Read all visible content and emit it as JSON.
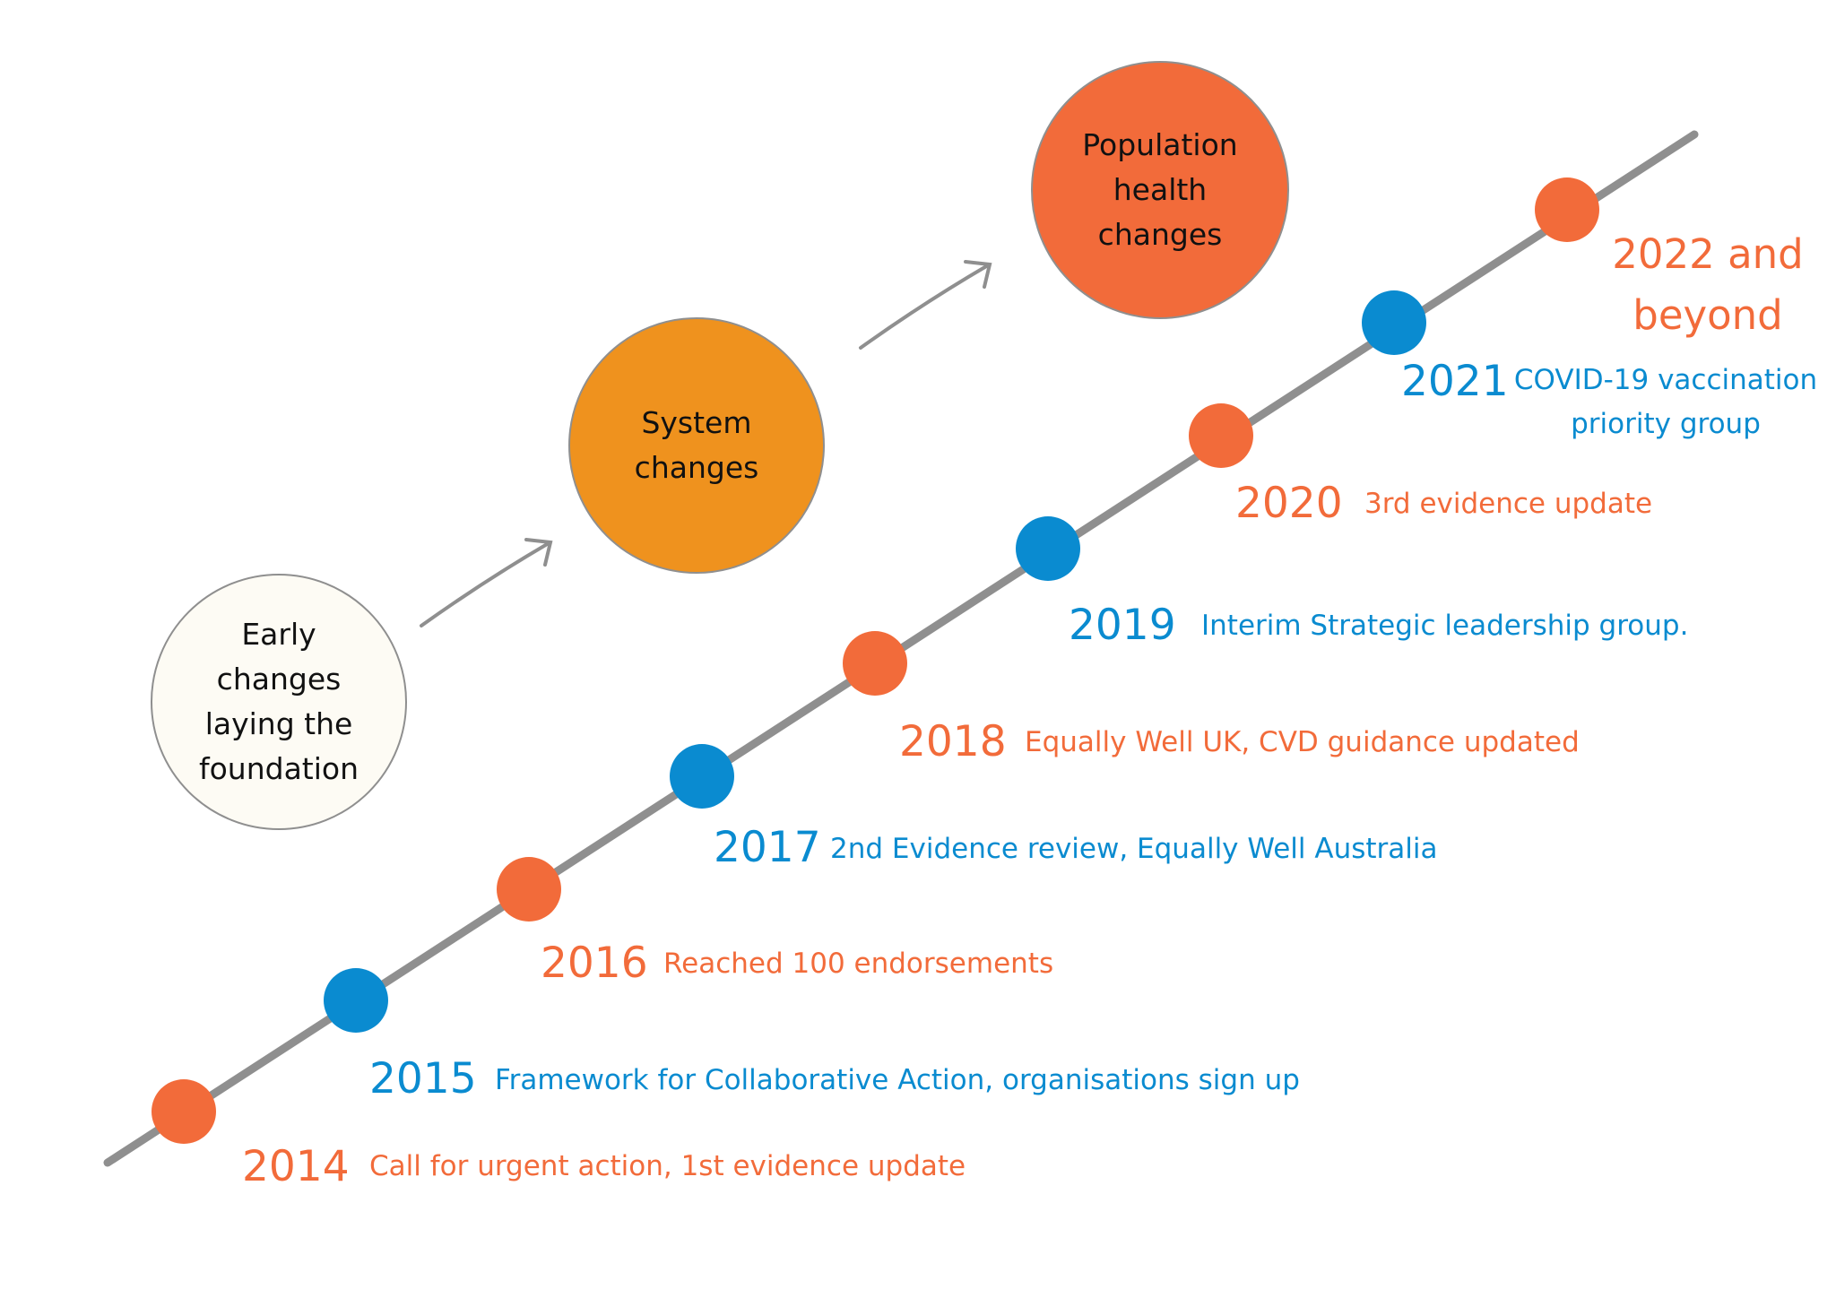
{
  "stages": [
    {
      "label": "Early\nchanges\nlaying the\nfoundation",
      "color": "#fdfbf4"
    },
    {
      "label": "System\nchanges",
      "color": "#ef921e"
    },
    {
      "label": "Population\nhealth\nchanges",
      "color": "#f26b3a"
    }
  ],
  "milestones": [
    {
      "year": "2014",
      "text": "Call for urgent action, 1st evidence update",
      "color": "orange"
    },
    {
      "year": "2015",
      "text": "Framework for Collaborative Action, organisations sign up",
      "color": "blue"
    },
    {
      "year": "2016",
      "text": "Reached 100 endorsements",
      "color": "orange"
    },
    {
      "year": "2017",
      "text": "2nd Evidence review, Equally Well Australia",
      "color": "blue"
    },
    {
      "year": "2018",
      "text": "Equally Well UK, CVD guidance updated",
      "color": "orange"
    },
    {
      "year": "2019",
      "text": "Interim Strategic leadership group.",
      "color": "blue"
    },
    {
      "year": "2020",
      "text": "3rd evidence update",
      "color": "orange"
    },
    {
      "year": "2021",
      "text": "COVID-19 vaccination\npriority group",
      "color": "blue"
    },
    {
      "year": "",
      "text": "2022 and\nbeyond",
      "color": "orange"
    }
  ],
  "colors": {
    "orange": "#f26b3a",
    "blue": "#0a8bd0",
    "line": "#8f8f8f"
  }
}
